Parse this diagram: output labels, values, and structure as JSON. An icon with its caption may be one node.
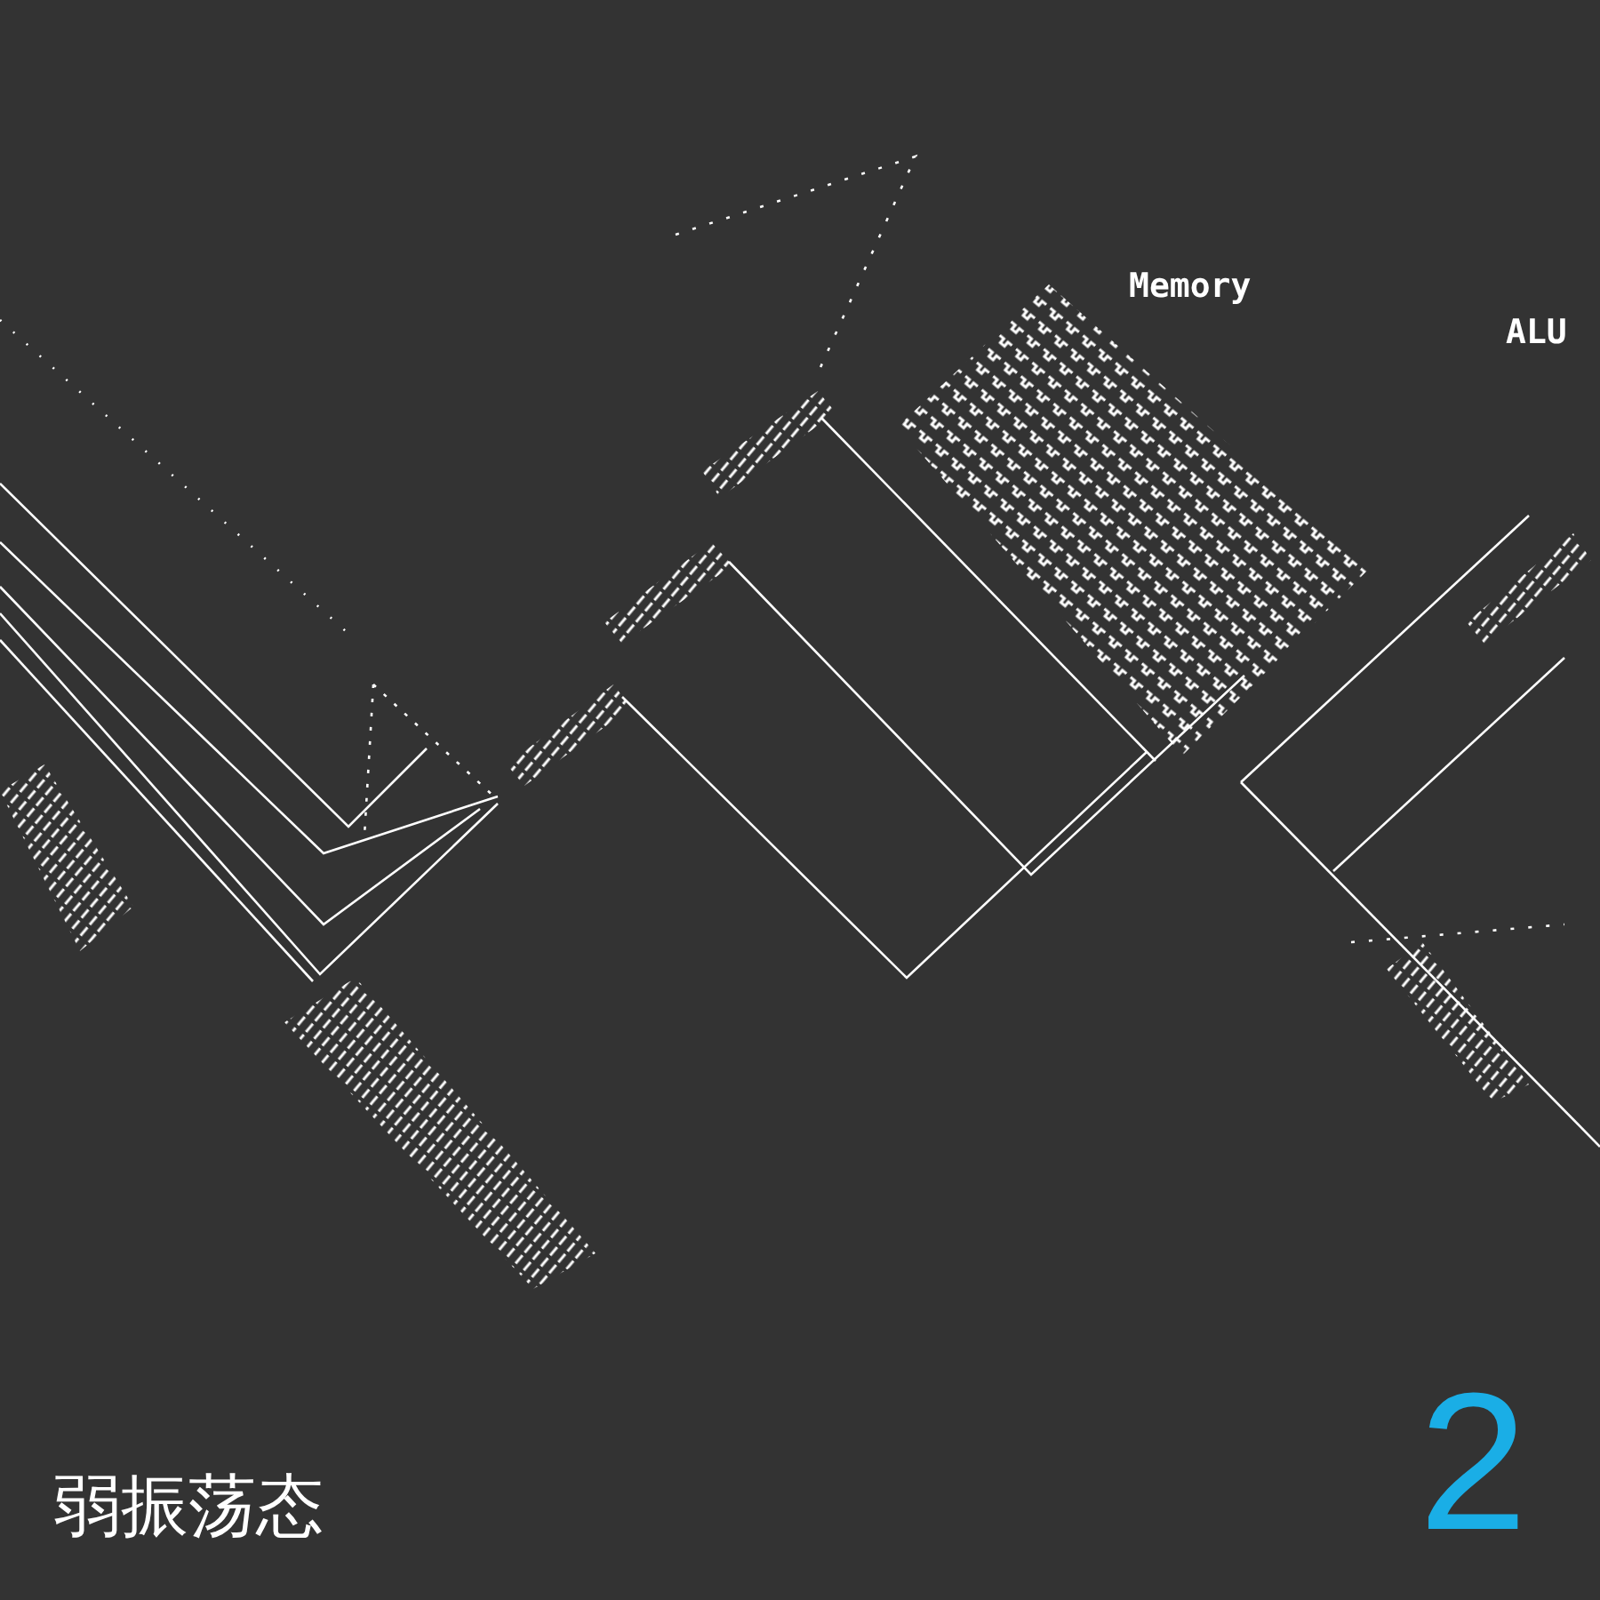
{
  "diagram": {
    "labels": [
      "Memory",
      "ALU",
      "弱振荡态",
      "2"
    ]
  }
}
